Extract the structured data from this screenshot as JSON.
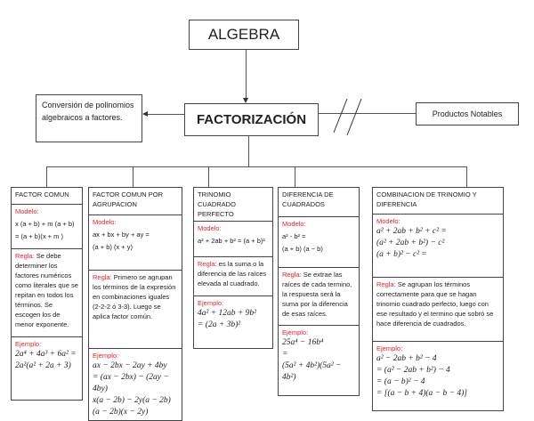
{
  "top": {
    "algebra": "ALGEBRA",
    "factorizacion": "FACTORIZACIÓN",
    "definition": "Conversión de polinomios algebraicos a factores.",
    "related": "Productos Notables"
  },
  "labels": {
    "modelo": "Modelo:",
    "regla": "Regla:",
    "ejemplo": "Ejemplo:"
  },
  "columns": [
    {
      "title": "FACTOR COMUN",
      "modelo": [
        "x (a + b) + m (a + b)",
        "= (a + b)(x + m )"
      ],
      "regla": "Se debe determiner los factores numéricos como literales que se repitan en todos los términos. Se escogen los de menor exponente.",
      "ejemplo": [
        "2a⁴ + 4a³ + 6a² =",
        "2a²(a² + 2a + 3)"
      ]
    },
    {
      "title": "FACTOR COMUN POR AGRUPACION",
      "modelo": [
        "ax + bx + by + ay =",
        "(a + b) (x + y)"
      ],
      "regla": "Primero se agrupan los términos de la expresión en combinaciones iguales (2-2-2 ó 3-3). Luego se aplica factor común.",
      "ejemplo": [
        "ax − 2bx − 2ay + 4by",
        "= (ax − 2bx) − (2ay − 4by)",
        "x(a − 2b) − 2y(a − 2b)",
        "(a − 2b)(x − 2y)"
      ]
    },
    {
      "title": "TRINOMIO CUADRADO PERFECTO",
      "modelo": [
        "a² + 2ab + b² = (a +  b)²"
      ],
      "regla": "es la suma o la diferencia de las raíces elevada al cuadrado.",
      "ejemplo": [
        "4a² + 12ab + 9b²",
        "= (2a + 3b)²"
      ]
    },
    {
      "title": "DIFERENCIA DE CUADRADOS",
      "modelo": [
        "a² - b² =",
        "(a + b) (a − b)"
      ],
      "regla": "Se extrae las raíces de cada termino, la respuesta será la suma por la diferencia de esas raíces.",
      "ejemplo": [
        "25a⁴ − 16b⁴",
        "=",
        "(5a² + 4b²)(5a² − 4b²)"
      ]
    },
    {
      "title": "COMBINACION DE TRINOMIO Y DIFERENCIA",
      "modelo": [
        "a² + 2ab + b² + c² =",
        "(a² + 2ab + b²) − c²",
        "(a + b)² − c² ="
      ],
      "regla": "Se agrupan los términos correctamente para que se hagan trinomio cuadrado perfecto, luego con ese resultado y el termino que sobró se hace diferencia de cuadrados.",
      "ejemplo": [
        "a² − 2ab + b² − 4",
        "= (a² − 2ab + b²) − 4",
        "= (a − b)² − 4",
        "= [(a − b + 4)(a − b − 4)]"
      ]
    }
  ]
}
